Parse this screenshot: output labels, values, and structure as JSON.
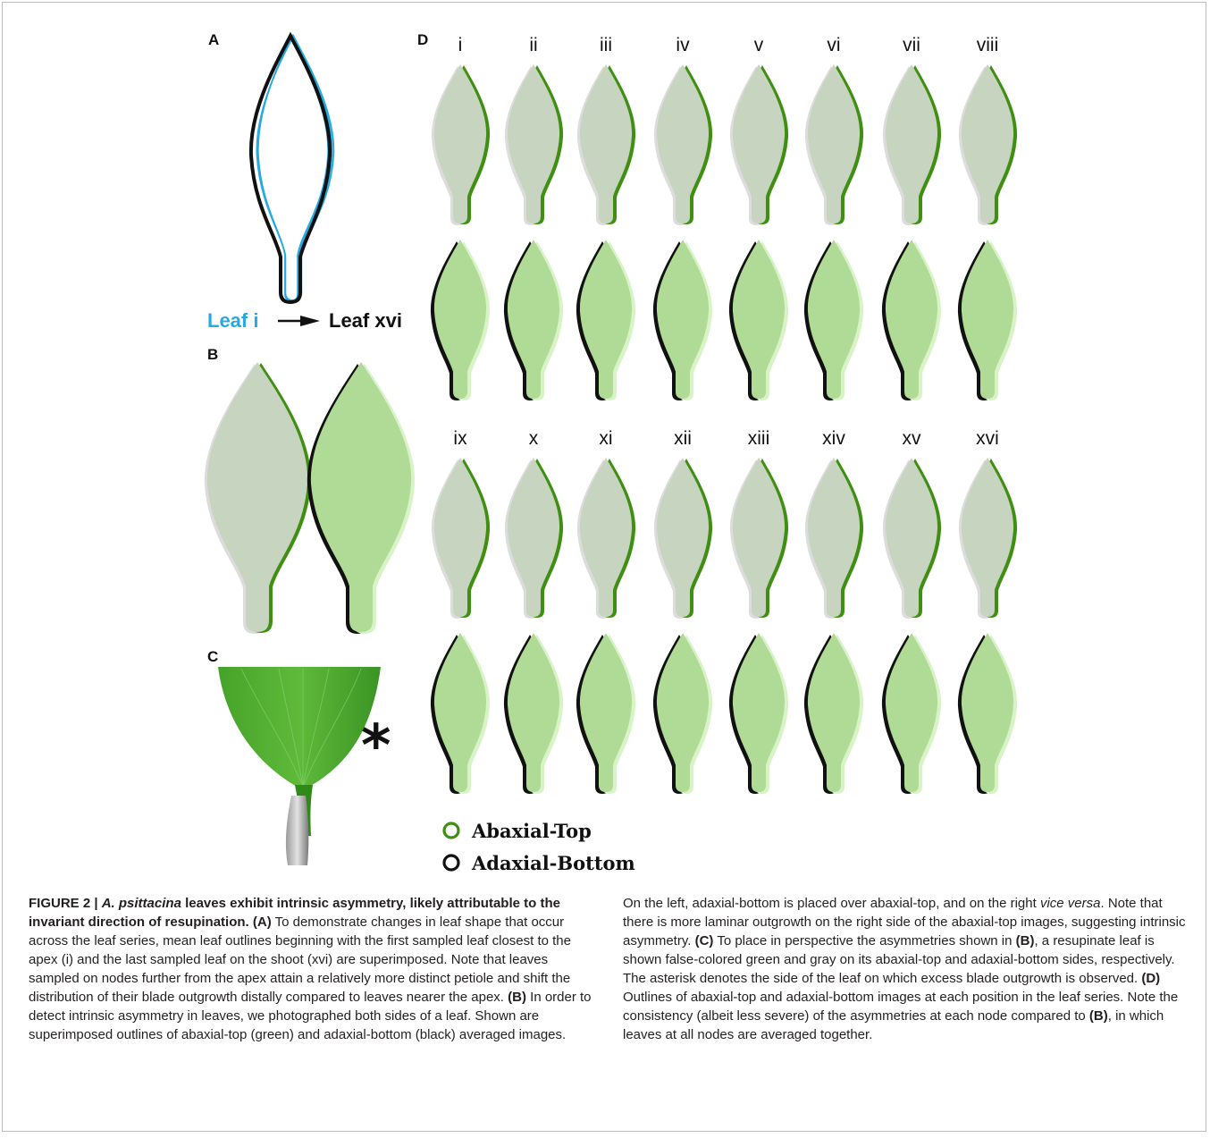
{
  "panels": {
    "a": {
      "letter": "A",
      "label_first": "Leaf i",
      "label_last": "Leaf xvi",
      "colors": {
        "first": "#27aae1",
        "last": "#111111"
      }
    },
    "b": {
      "letter": "B"
    },
    "c": {
      "letter": "C",
      "asterisk": "*"
    },
    "d": {
      "letter": "D",
      "row1_labels": [
        "i",
        "ii",
        "iii",
        "iv",
        "v",
        "vi",
        "vii",
        "viii"
      ],
      "row2_labels": [
        "ix",
        "x",
        "xi",
        "xii",
        "xiii",
        "xiv",
        "xv",
        "xvi"
      ]
    }
  },
  "legend": {
    "abaxial_top": "Abaxial-Top",
    "adaxial_bottom": "Adaxial-Bottom",
    "colors": {
      "abaxial_top": "#3f8f12",
      "adaxial_bottom": "#111111"
    }
  },
  "colors": {
    "gray_fill": "#c7d4bf",
    "green_fill": "#b0db97",
    "green_edge": "#3f8f12",
    "light_green_edge": "#d8f3c6",
    "light_gray_edge": "#dcdcdc"
  },
  "caption": {
    "figure_label": "FIGURE 2 |",
    "species": "A. psittacina",
    "title_rest": "leaves exhibit intrinsic asymmetry, likely attributable to the invariant direction of resupination.",
    "ref_a": "(A)",
    "text_a": "To demonstrate changes in leaf shape that occur across the leaf series, mean leaf outlines beginning with the first sampled leaf closest to the apex (i) and the last sampled leaf on the shoot (xvi) are superimposed. Note that leaves sampled on nodes further from the apex attain a relatively more distinct petiole and shift the distribution of their blade outgrowth distally compared to leaves nearer the apex.",
    "ref_b": "(B)",
    "text_b": "In order to detect intrinsic asymmetry in leaves, we photographed both sides of a leaf. Shown are superimposed outlines of abaxial-top (green) and adaxial-bottom (black) averaged images.",
    "text_b2_start": "On the left, adaxial-bottom is placed over abaxial-top, and on the right",
    "vice_versa": "vice versa",
    "text_b2_end": ". Note that there is more laminar outgrowth on the right side of the abaxial-top images, suggesting intrinsic asymmetry.",
    "ref_c": "(C)",
    "text_c1": "To place in perspective the asymmetries shown in",
    "ref_c_b": "(B)",
    "text_c2": ", a resupinate leaf is shown false-colored green and gray on its abaxial-top and adaxial-bottom sides, respectively. The asterisk denotes the side of the leaf on which excess blade outgrowth is observed.",
    "ref_d": "(D)",
    "text_d1": "Outlines of abaxial-top and adaxial-bottom images at each position in the leaf series. Note the consistency (albeit less severe) of the asymmetries at each node compared to",
    "ref_d_b": "(B)",
    "text_d2": ", in which leaves at all nodes are averaged together."
  }
}
